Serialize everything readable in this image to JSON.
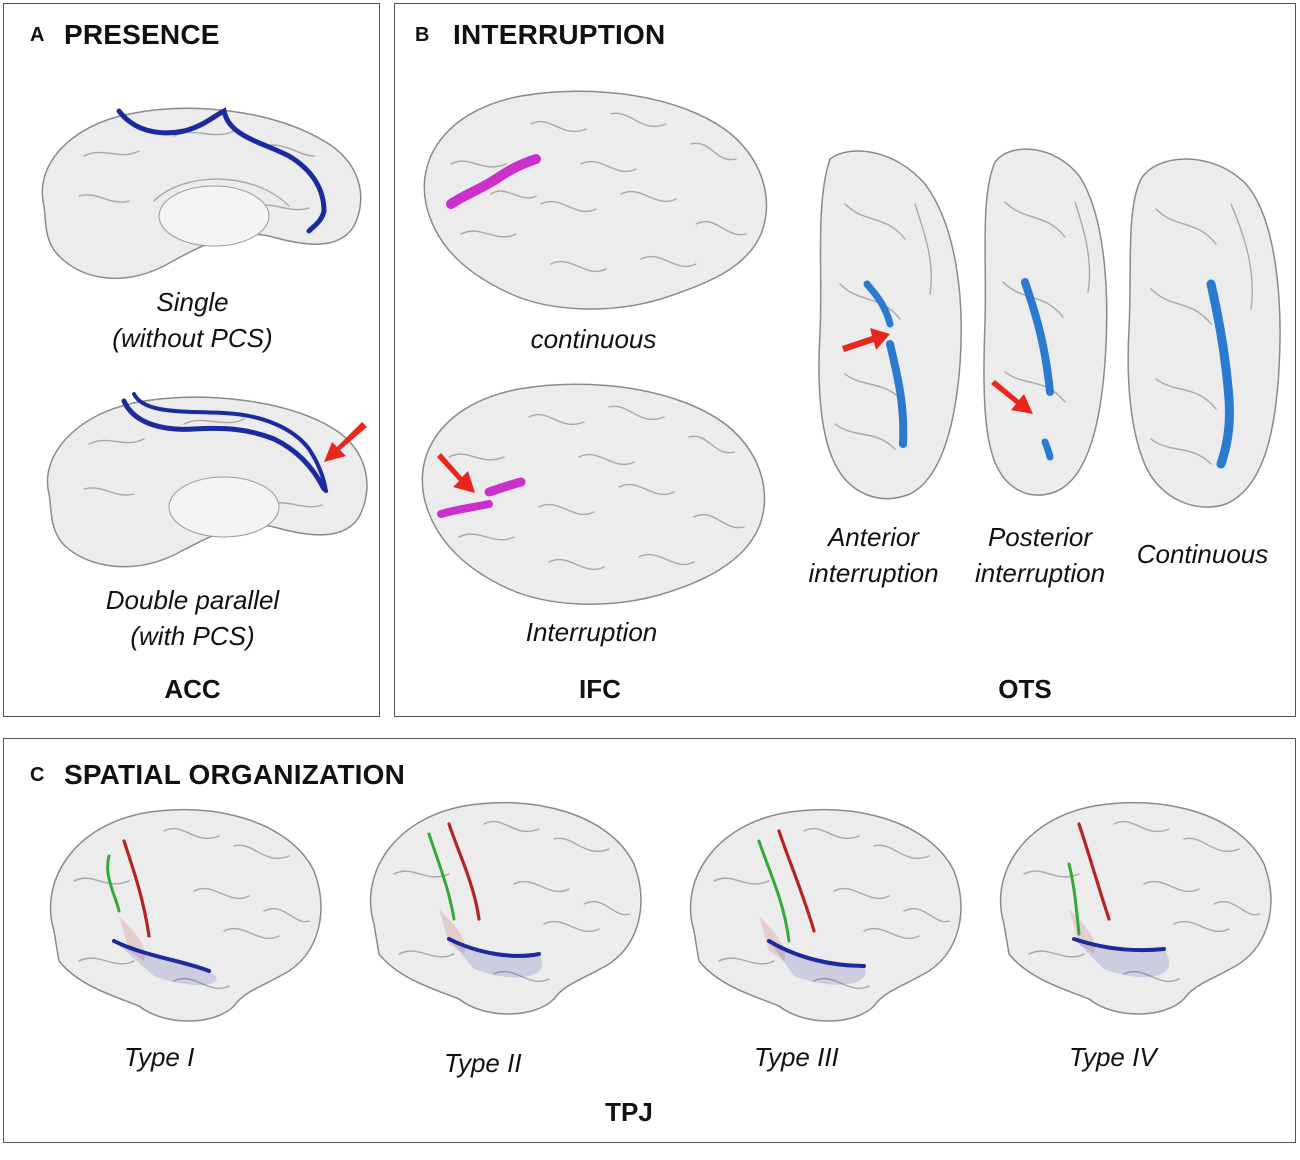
{
  "colors": {
    "border": "#555555",
    "brain_fill": "#ececec",
    "brain_stroke": "#8a8a8a",
    "acc_sulcus": "#1c2aa0",
    "ifc_sulcus": "#cc30cc",
    "ots_sulcus": "#2a7ad0",
    "arrow": "#e8261c",
    "tpj_red": "#b52424",
    "tpj_green": "#36a83a",
    "tpj_blue": "#1c2a9e"
  },
  "panel_a": {
    "letter": "A",
    "title": "PRESENCE",
    "cap1_line1": "Single",
    "cap1_line2": "(without PCS)",
    "cap2_line1": "Double parallel",
    "cap2_line2": "(with PCS)",
    "group": "ACC"
  },
  "panel_b": {
    "letter": "B",
    "title": "INTERRUPTION",
    "ifc_cap1": "continuous",
    "ifc_cap2": "Interruption",
    "ots_cap1_line1": "Anterior",
    "ots_cap1_line2": "interruption",
    "ots_cap2_line1": "Posterior",
    "ots_cap2_line2": "interruption",
    "ots_cap3": "Continuous",
    "group_ifc": "IFC",
    "group_ots": "OTS"
  },
  "panel_c": {
    "letter": "C",
    "title": "SPATIAL ORGANIZATION",
    "types": [
      "Type I",
      "Type II",
      "Type III",
      "Type IV"
    ],
    "group": "TPJ"
  }
}
